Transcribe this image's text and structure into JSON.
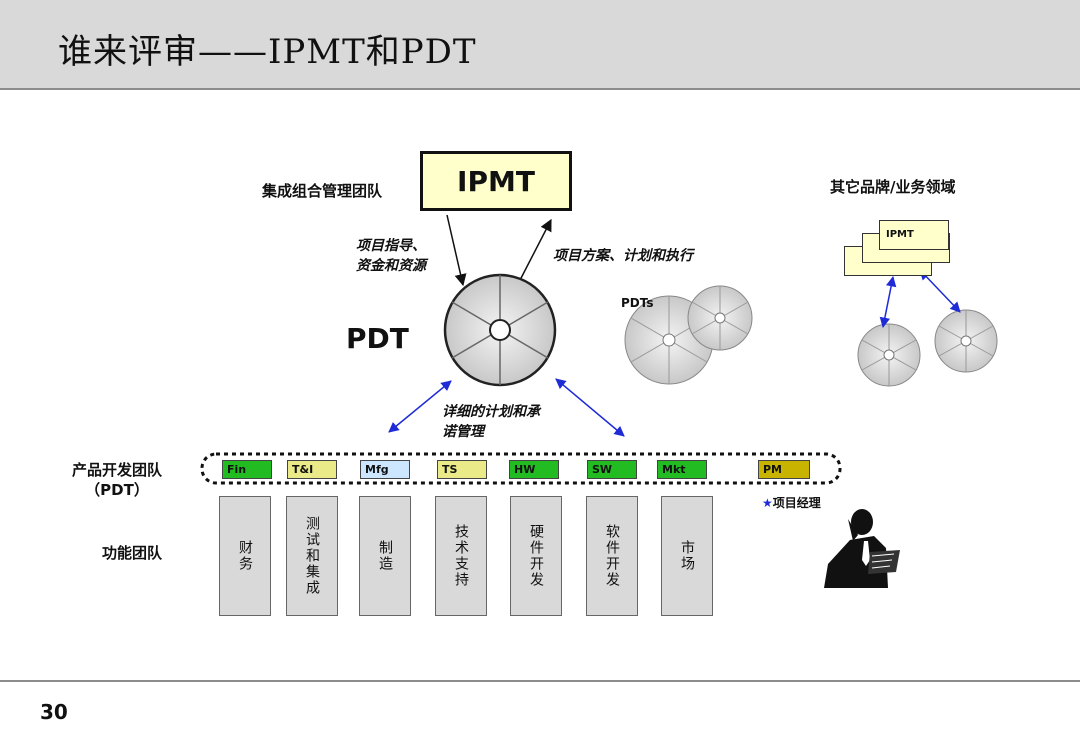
{
  "header": {
    "title": "谁来评审——IPMT和PDT"
  },
  "ipmt": {
    "team_label": "集成组合管理团队",
    "box_label": "IPMT",
    "down_label": "项目指导、\n资金和资源",
    "up_label": "项目方案、计划和执行"
  },
  "pdt": {
    "label": "PDT",
    "pdts_label": "PDTs",
    "commit_label": "详细的计划和承\n诺管理",
    "team_label": "产品开发团队\n（PDT）"
  },
  "other": {
    "label": "其它品牌/业务领域",
    "card_label": "IPMT"
  },
  "chips": [
    {
      "label": "Fin",
      "color": "#22bb22"
    },
    {
      "label": "T&I",
      "color": "#eaea88"
    },
    {
      "label": "Mfg",
      "color": "#cce6ff"
    },
    {
      "label": "TS",
      "color": "#eaea88"
    },
    {
      "label": "HW",
      "color": "#22bb22"
    },
    {
      "label": "SW",
      "color": "#22bb22"
    },
    {
      "label": "Mkt",
      "color": "#22bb22"
    },
    {
      "label": "PM",
      "color": "#c8b400"
    }
  ],
  "pm_note": "项目经理",
  "functional": {
    "label": "功能团队",
    "teams": [
      "财务",
      "测试和集成",
      "制造",
      "技术支持",
      "硬件开发",
      "软件开发",
      "市场"
    ]
  },
  "footer": {
    "page_number": "30"
  },
  "colors": {
    "arrow_blue": "#1e2bd6",
    "box_yellow": "#ffffcc",
    "func_gray": "#d9d9d9"
  }
}
